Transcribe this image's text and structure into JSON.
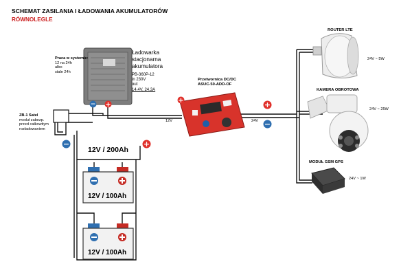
{
  "title": "SCHEMAT ZASILANIA I ŁADOWANIA AKUMULATORÓW",
  "subtitle": "RÓWNOLEGLE",
  "colors": {
    "subtitle": "#cc1f1f",
    "plus": "#e0302a",
    "minus": "#2f6fb0",
    "wire": "#111111",
    "converter_board": "#d8332b"
  },
  "work_note": {
    "heading": "Praca w systemie:",
    "lines": [
      "12 na 24h",
      "albo",
      "stale 24h"
    ]
  },
  "charger": {
    "title_lines": [
      "Ładowarka",
      "stacjonarna",
      "akumulatora"
    ],
    "detail_lines": [
      "PB-360P-12",
      "in 230V",
      "out",
      "14.4V, 24.3A"
    ]
  },
  "protection_module": {
    "title": "ZB-1 Satel",
    "lines": [
      "moduł zabezp.",
      "przed całkowitym",
      "rozładowaniem"
    ]
  },
  "battery_bank_label": "12V / 200Ah",
  "batteries": [
    "12V / 100Ah",
    "12V / 100Ah"
  ],
  "converter": {
    "title": "Przetwornica DC/DC",
    "model": "ASUC-50-ADD-OF"
  },
  "voltage_labels": {
    "input": "12V",
    "output": "24V"
  },
  "devices": [
    {
      "name": "ROUTER LTE",
      "power": "24V ~ 5W",
      "icon": "router-lte-icon"
    },
    {
      "name": "KAMERA OBROTOWA",
      "power": "24V ~ 25W",
      "icon": "ptz-camera-icon"
    },
    {
      "name": "MODUŁ GSM GPS",
      "power": "24V ~ 1W",
      "icon": "gsm-gps-module-icon"
    }
  ],
  "terminal_signs": {
    "plus": "+",
    "minus": "−"
  }
}
